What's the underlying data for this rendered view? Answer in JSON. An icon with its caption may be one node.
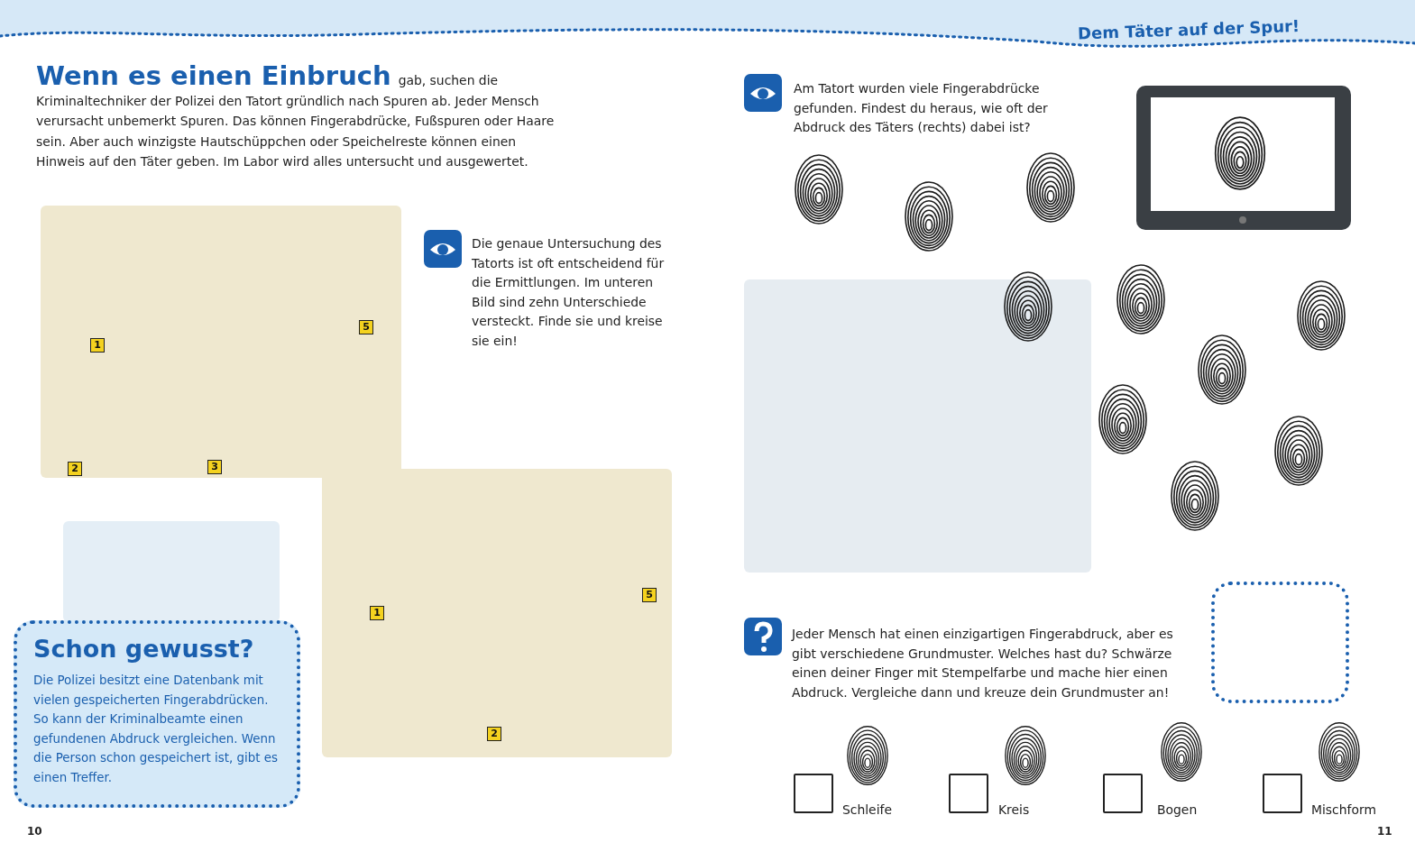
{
  "diagram": {
    "nodes": [
      {
        "text": [
          "Schon gewusst?",
          "Die Polizei besitzt eine Datenbank mit vielen gespeicherten Fingerabdrücken. So kann der Kriminalbeamte einen gefundenen Abdruck vergleichen. Wenn die Person schon gespeichert ist, gibt es einen Treffer."
        ]
      },
      {
        "text": [],
        "shape": "box"
      },
      {
        "text": [],
        "shape": "box",
        "beside": [
          "Schleife"
        ]
      },
      {
        "text": [],
        "shape": "box",
        "beside": [
          "Kreis"
        ]
      },
      {
        "text": [],
        "shape": "box",
        "beside": [
          "Bogen"
        ]
      },
      {
        "text": [],
        "shape": "box",
        "beside": [
          "Mischform"
        ]
      }
    ],
    "labels": [
      "Dem Täter auf der Spur!",
      "Wenn es einen Einbruch",
      "gab, suchen die Kriminaltechniker der Polizei den Tatort gründlich nach Spuren ab. Jeder Mensch verursacht unbemerkt Spuren. Das können Fingerabdrücke, Fußspuren oder Haare sein. Aber auch winzigste Hautschüppchen oder Speichelreste können einen Hinweis auf den Täter geben. Im Labor wird alles untersucht und ausgewertet.",
      "5",
      "1",
      "2",
      "3",
      "Die genaue Untersuchung des Tatorts ist oft entscheidend für die Ermittlungen. Im unteren Bild sind zehn Unterschiede versteckt. Finde sie und kreise sie ein!",
      "5",
      "1",
      "2",
      "Am Tatort wurden viele Fingerabdrücke gefunden. Findest du heraus, wie oft der Abdruck des Täters (rechts) dabei ist?",
      "Jeder Mensch hat einen einzigartigen Fingerabdruck, aber es gibt verschiedene Grundmuster. Welches hast du? Schwärze einen deiner Finger mit Stempelfarbe und mache hier einen Abdruck. Vergleiche dann und kreuze dein Grundmuster an!",
      "10",
      "11"
    ]
  }
}
